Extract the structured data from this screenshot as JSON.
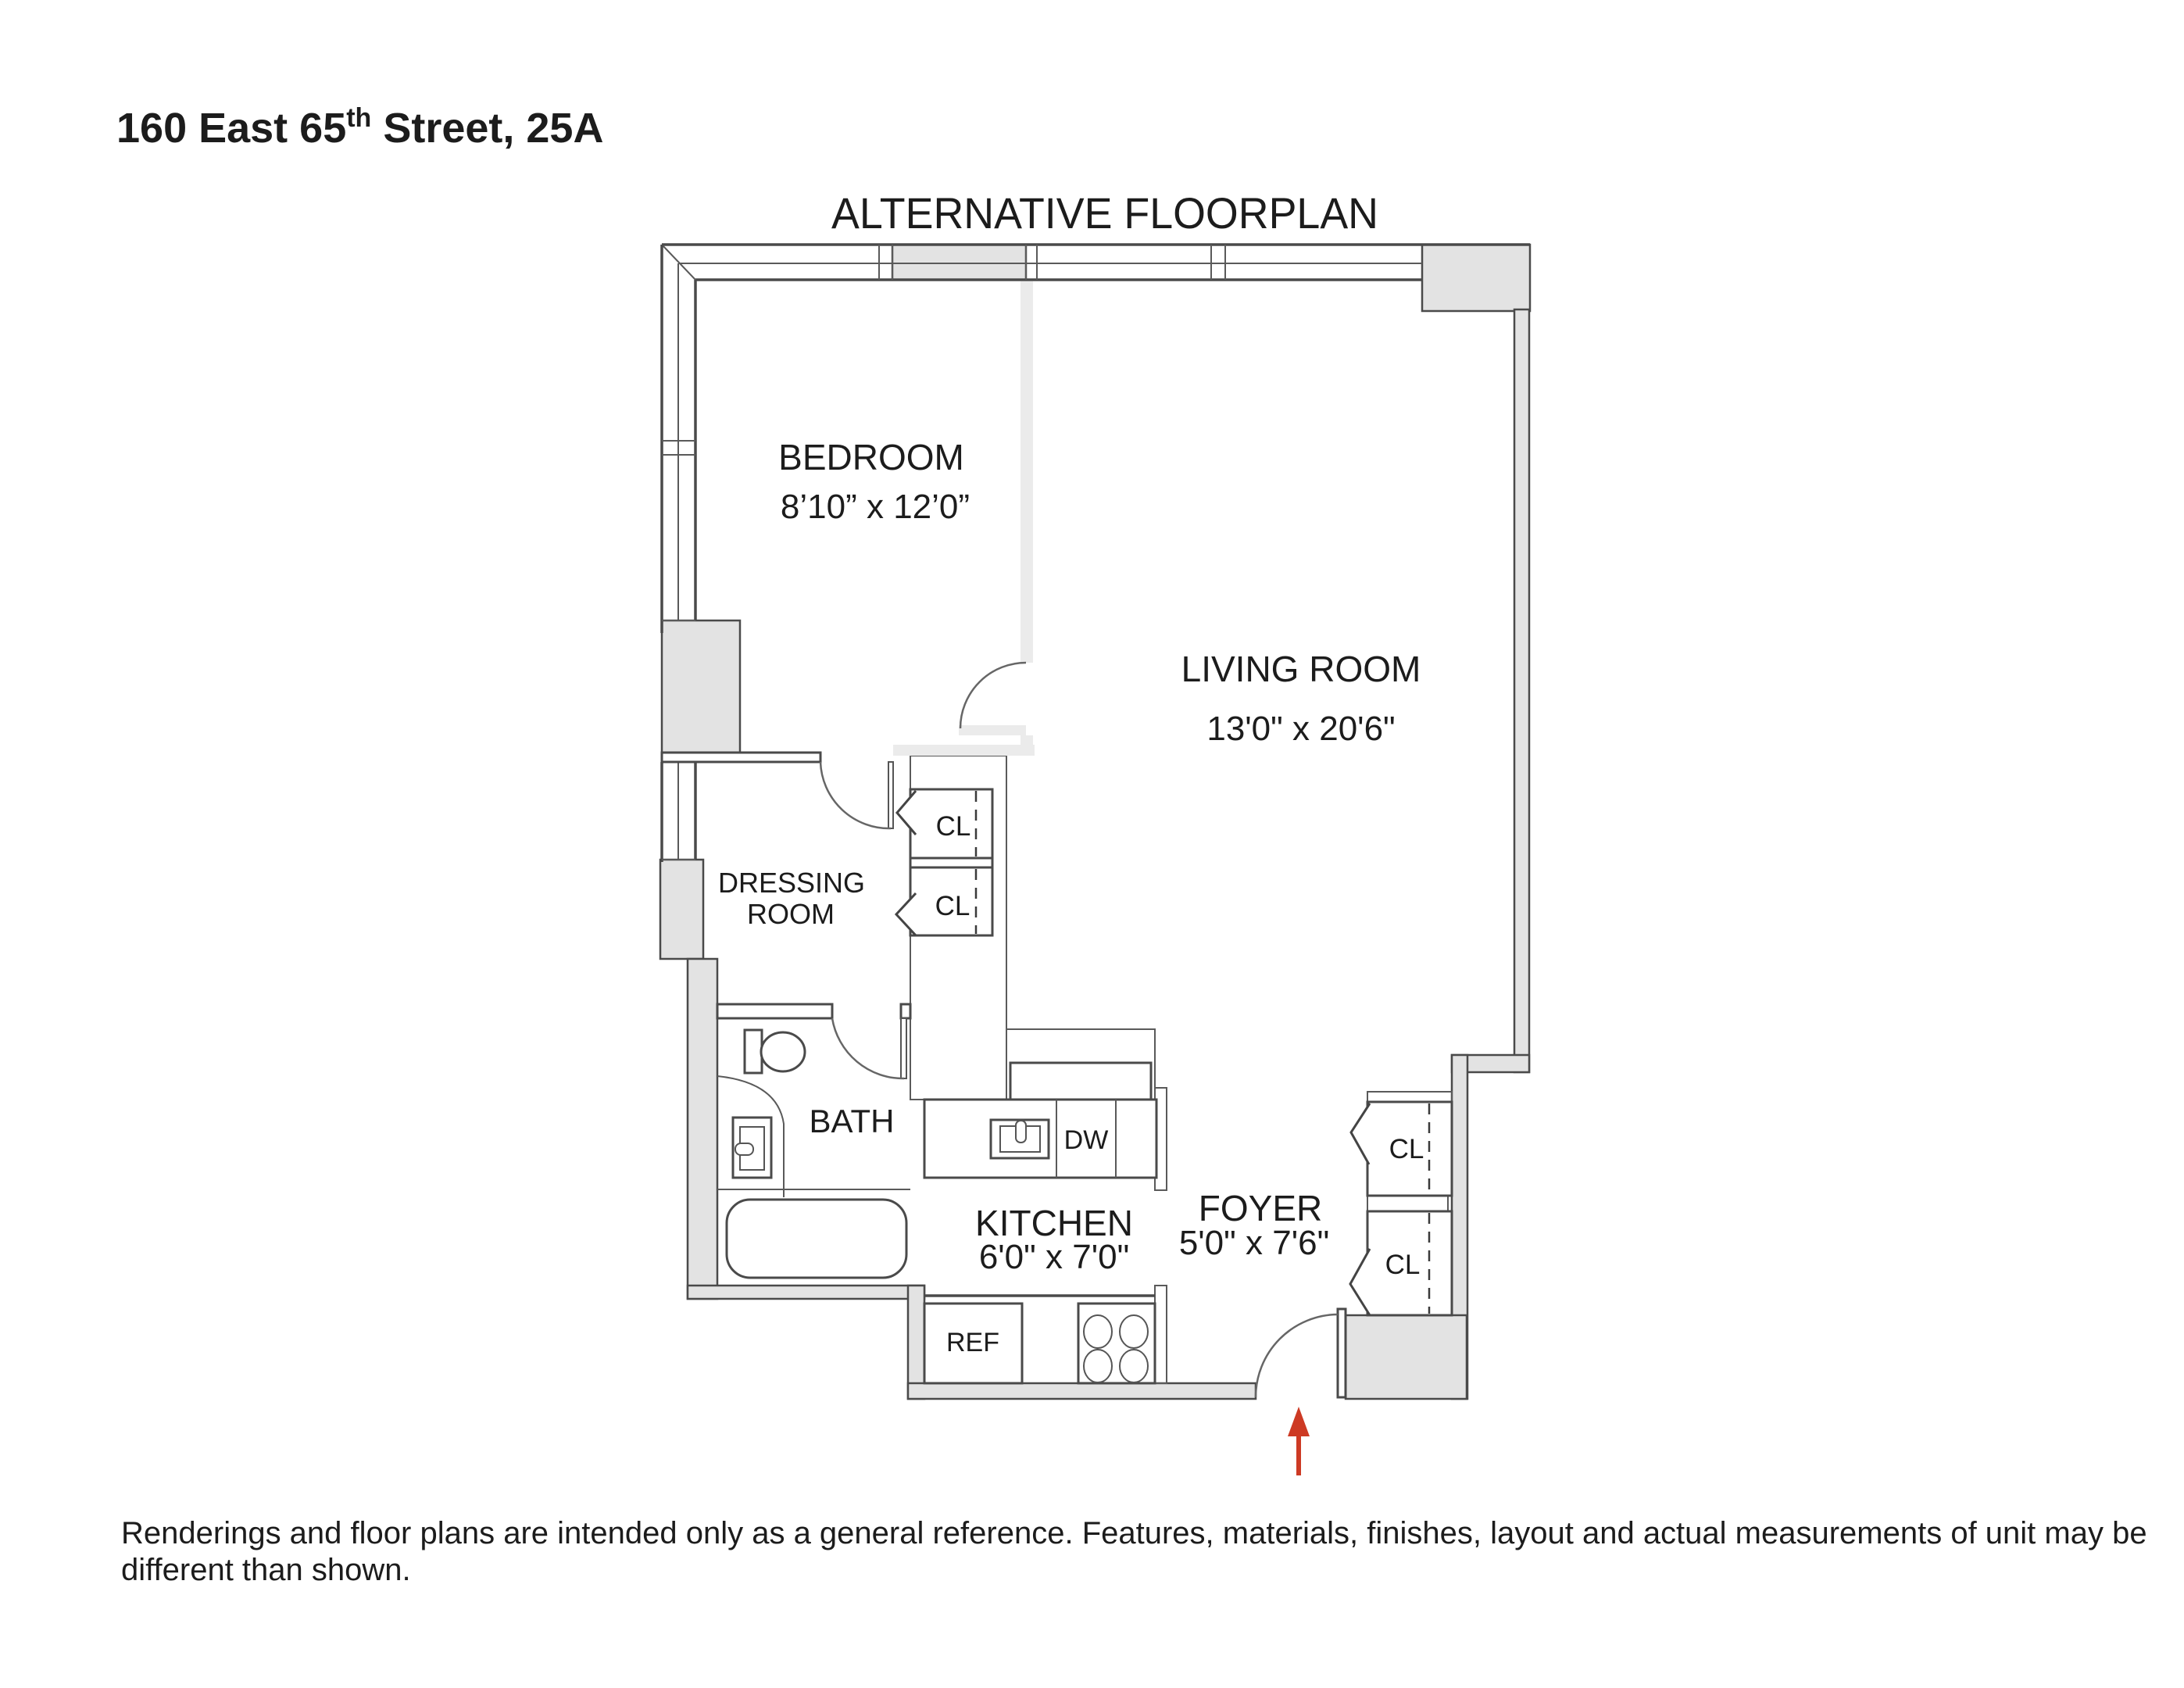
{
  "header": {
    "address_prefix": "160 East 65",
    "address_sup": "th",
    "address_suffix": " Street, 25A",
    "plan_title": "ALTERNATIVE FLOORPLAN"
  },
  "rooms": {
    "bedroom": {
      "name": "BEDROOM",
      "dims": "8’10” x 12’0”"
    },
    "living": {
      "name": "LIVING ROOM",
      "dims": "13'0\" x 20'6\""
    },
    "dressing": {
      "name_line1": "DRESSING",
      "name_line2": "ROOM"
    },
    "bath": {
      "name": "BATH"
    },
    "kitchen": {
      "name": "KITCHEN",
      "dims": "6'0\" x 7'0\""
    },
    "foyer": {
      "name": "FOYER",
      "dims": "5'0\" x 7'6\""
    }
  },
  "closets": {
    "mid_upper": "CL",
    "mid_lower": "CL",
    "foyer_upper": "CL",
    "foyer_lower": "CL"
  },
  "appliances": {
    "dishwasher": "DW",
    "refrigerator": "REF"
  },
  "footer": {
    "disclaimer_line1": "Renderings and floor plans are intended only as a general reference. Features, materials, finishes, layout and actual measurements of unit may be",
    "disclaimer_line2": "different than shown."
  },
  "colors": {
    "wall_fill": "#e3e3e3",
    "alt_wall_fill": "#ebebeb",
    "line": "#4a4a4a",
    "entry_arrow": "#cd3a24"
  }
}
